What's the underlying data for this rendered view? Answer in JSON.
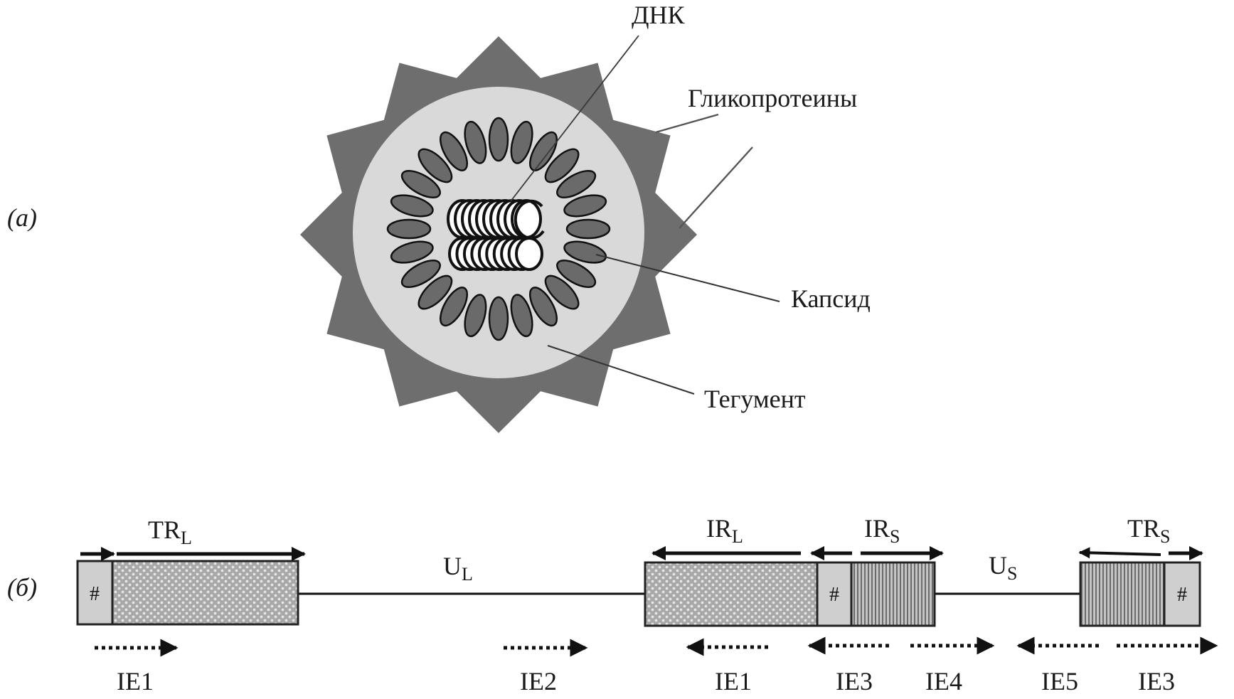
{
  "panels": {
    "a": "(а)",
    "b": "(б)"
  },
  "virion": {
    "labels": {
      "dna": "ДНК",
      "glycoproteins": "Гликопротеины",
      "capsid": "Капсид",
      "tegument": "Тегумент"
    },
    "spike_count": 12,
    "capsomer_count": 24,
    "colors": {
      "envelope": "#6e6e6e",
      "tegument": "#d9d9d9",
      "capsomer": "#6a6a6a",
      "outline": "#111111",
      "dna": "#ffffff"
    }
  },
  "genome": {
    "segments": [
      {
        "id": "TRL",
        "main": "TR",
        "sub": "L"
      },
      {
        "id": "UL",
        "main": "U",
        "sub": "L"
      },
      {
        "id": "IRL",
        "main": "IR",
        "sub": "L"
      },
      {
        "id": "IRS",
        "main": "IR",
        "sub": "S"
      },
      {
        "id": "US",
        "main": "U",
        "sub": "S"
      },
      {
        "id": "TRS",
        "main": "TR",
        "sub": "S"
      }
    ],
    "hash_mark": "#",
    "ie_genes": [
      {
        "label": "IE1",
        "direction": "right"
      },
      {
        "label": "IE2",
        "direction": "right"
      },
      {
        "label": "IE1",
        "direction": "left"
      },
      {
        "label": "IE3",
        "direction": "left"
      },
      {
        "label": "IE4",
        "direction": "right"
      },
      {
        "label": "IE5",
        "direction": "left"
      },
      {
        "label": "IE3",
        "direction": "right"
      }
    ],
    "colors": {
      "hash_box": "#cfcfcf",
      "crosshatch_bg": "#a8a8a8",
      "crosshatch_dot": "#e6e6e6",
      "stripe_bg": "#bdbdbd",
      "stripe_line": "#6c6c6c",
      "line": "#111111"
    }
  }
}
